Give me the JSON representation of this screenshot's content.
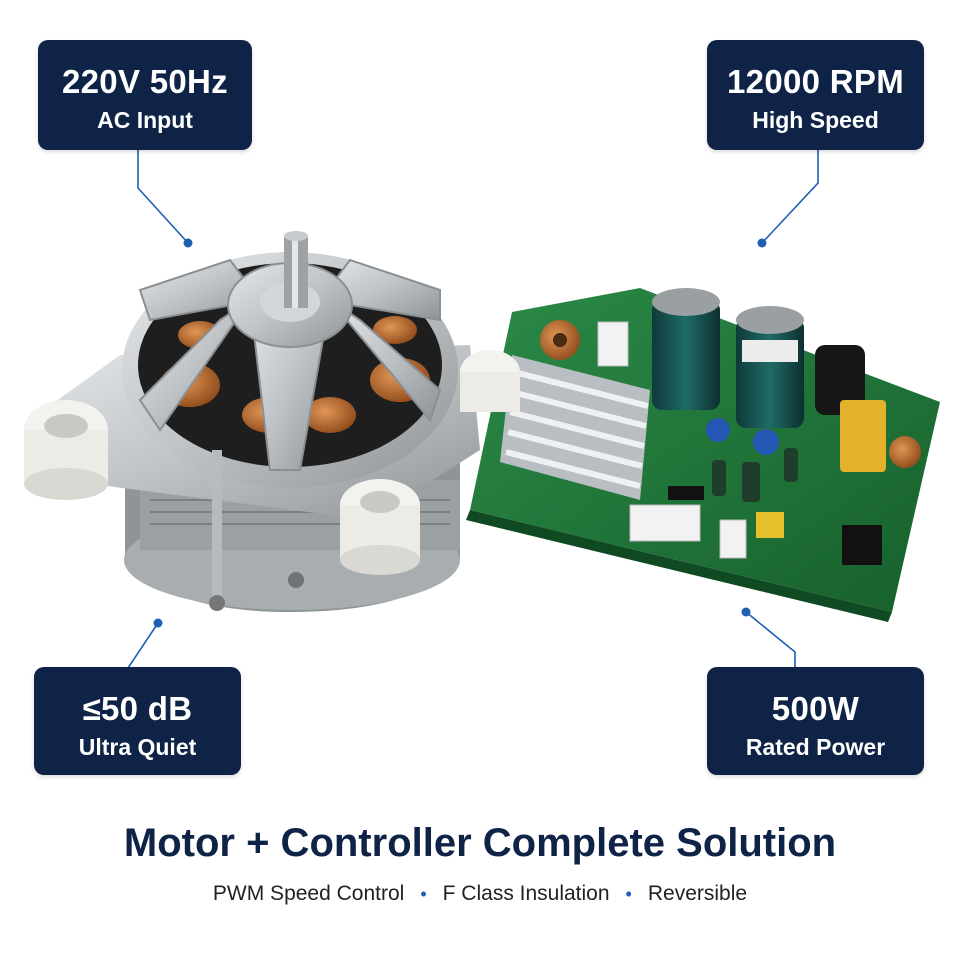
{
  "badges": {
    "input": {
      "main": "220V 50Hz",
      "sub": "AC Input"
    },
    "speed": {
      "main": "12000 RPM",
      "sub": "High Speed"
    },
    "noise": {
      "main": "≤50 dB",
      "sub": "Ultra Quiet"
    },
    "power": {
      "main": "500W",
      "sub": "Rated Power"
    }
  },
  "footer": {
    "title": "Motor + Controller Complete Solution",
    "features": [
      "PWM Speed Control",
      "F Class Insulation",
      "Reversible"
    ]
  },
  "colors": {
    "navy": "#0f2347",
    "accent": "#1e5fb4",
    "pcb": "#1f7a3a",
    "aluminum": "#c4c7c9",
    "copper": "#b3652a"
  }
}
